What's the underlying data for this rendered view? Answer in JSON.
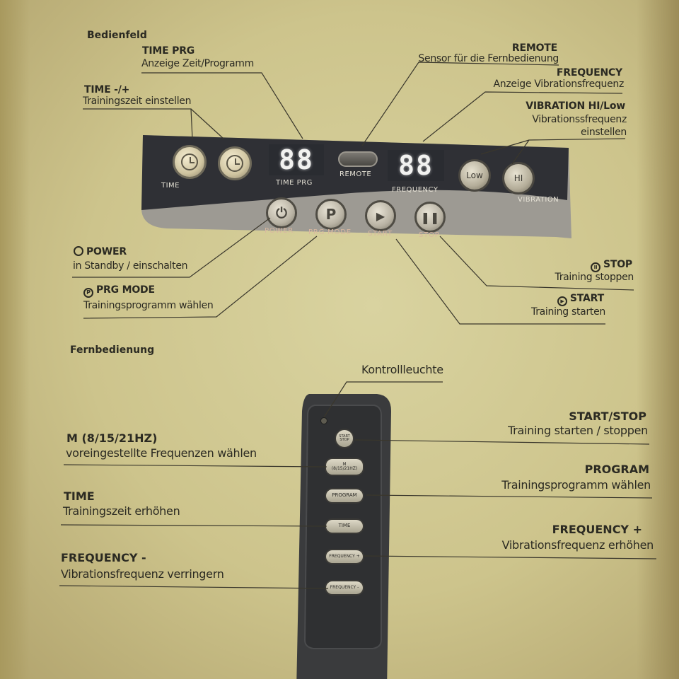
{
  "sections": {
    "panel_title": "Bedienfeld",
    "remote_title": "Fernbedienung"
  },
  "panel_callouts": {
    "time_prg": {
      "title": "TIME PRG",
      "desc": "Anzeige Zeit/Programm"
    },
    "time": {
      "title": "TIME -/+",
      "desc": "Trainingszeit einstellen"
    },
    "remote": {
      "title": "REMOTE",
      "desc": "Sensor für die Fernbedienung"
    },
    "frequency": {
      "title": "FREQUENCY",
      "desc": "Anzeige Vibrationsfrequenz"
    },
    "vibration": {
      "title": "VIBRATION HI/Low",
      "desc_line1": "Vibrationssfrequenz",
      "desc_line2": "einstellen"
    },
    "power": {
      "title": "POWER",
      "desc": "in Standby / einschalten"
    },
    "prg_mode": {
      "title": "PRG MODE",
      "desc": "Trainingsprogramm wählen"
    },
    "stop": {
      "title": "STOP",
      "desc": "Training stoppen"
    },
    "start": {
      "title": "START",
      "desc": "Training starten"
    }
  },
  "panel": {
    "time_label": "TIME",
    "display_time": "88",
    "time_prg_label": "TIME PRG",
    "remote_label": "REMOTE",
    "display_freq": "88",
    "frequency_label": "FREQUENCY",
    "low_label": "Low",
    "hi_label": "HI",
    "vibration_label": "VIBRATION",
    "power_label": "POWER",
    "prg_mode_label": "PRG MODE",
    "start_label": "START",
    "stop_label": "STOP"
  },
  "remote_callouts": {
    "indicator": "Kontrollleuchte",
    "start_stop": {
      "title": "START/STOP",
      "desc": "Training starten / stoppen"
    },
    "m": {
      "title": "M (8/15/21HZ)",
      "desc": "voreingestellte Frequenzen wählen"
    },
    "program": {
      "title": "PROGRAM",
      "desc": "Trainingsprogramm wählen"
    },
    "time": {
      "title": "TIME",
      "desc": "Trainingszeit erhöhen"
    },
    "freq_plus": {
      "title": "FREQUENCY +",
      "desc": "Vibrationsfrequenz erhöhen"
    },
    "freq_minus": {
      "title": "FREQUENCY -",
      "desc": "Vibrationsfrequenz verringern"
    }
  },
  "remote": {
    "start_stop_line1": "START",
    "start_stop_line2": "STOP",
    "m_line1": "M",
    "m_line2": "(8/15/21HZ)",
    "program": "PROGRAM",
    "time": "TIME",
    "freq_plus": "FREQUENCY +",
    "freq_minus": "FREQUENCY -"
  },
  "icons": [
    "clock-icon",
    "power-icon",
    "prg-mode-icon",
    "play-icon",
    "pause-icon"
  ],
  "colors": {
    "paper": "#d4cc96",
    "panel_dark": "#2f3035",
    "panel_light": "#9d9a93",
    "remote_body": "#3a3b3d"
  }
}
